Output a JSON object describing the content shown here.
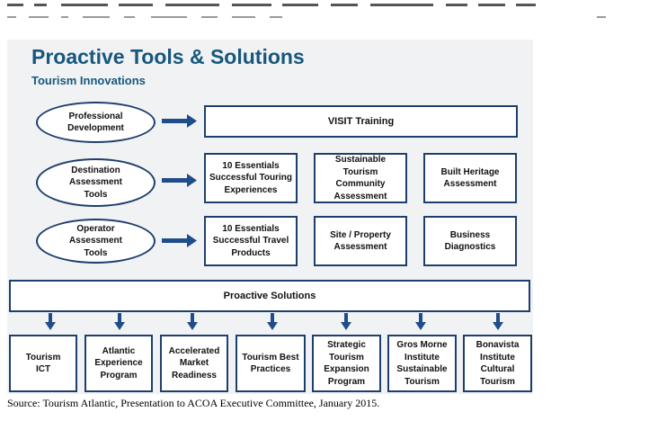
{
  "slide": {
    "title": "Proactive Tools & Solutions",
    "subtitle": "Tourism Innovations"
  },
  "rows": {
    "professional": {
      "category": "Professional\nDevelopment",
      "tools": [
        "VISIT Training"
      ]
    },
    "destination": {
      "category": "Destination\nAssessment\nTools",
      "tools": [
        "10 Essentials\nSuccessful Touring\nExperiences",
        "Sustainable\nTourism\nCommunity\nAssessment",
        "Built Heritage\nAssessment"
      ]
    },
    "operator": {
      "category": "Operator\nAssessment\nTools",
      "tools": [
        "10 Essentials\nSuccessful Travel\nProducts",
        "Site / Property\nAssessment",
        "Business\nDiagnostics"
      ]
    }
  },
  "proactive_solutions": {
    "label": "Proactive Solutions",
    "items": [
      "Tourism\nICT",
      "Atlantic\nExperience\nProgram",
      "Accelerated\nMarket\nReadiness",
      "Tourism Best\nPractices",
      "Strategic\nTourism\nExpansion\nProgram",
      "Gros Morne\nInstitute\nSustainable\nTourism",
      "Bonavista\nInstitute\nCultural\nTourism"
    ]
  },
  "source_note": "Source: Tourism Atlantic, Presentation to ACOA Executive Committee, January 2015.",
  "colors": {
    "title": "#17577e",
    "border": "#1e3f6e",
    "arrow": "#1f4d8a",
    "slide_background": "#f1f2f3"
  }
}
